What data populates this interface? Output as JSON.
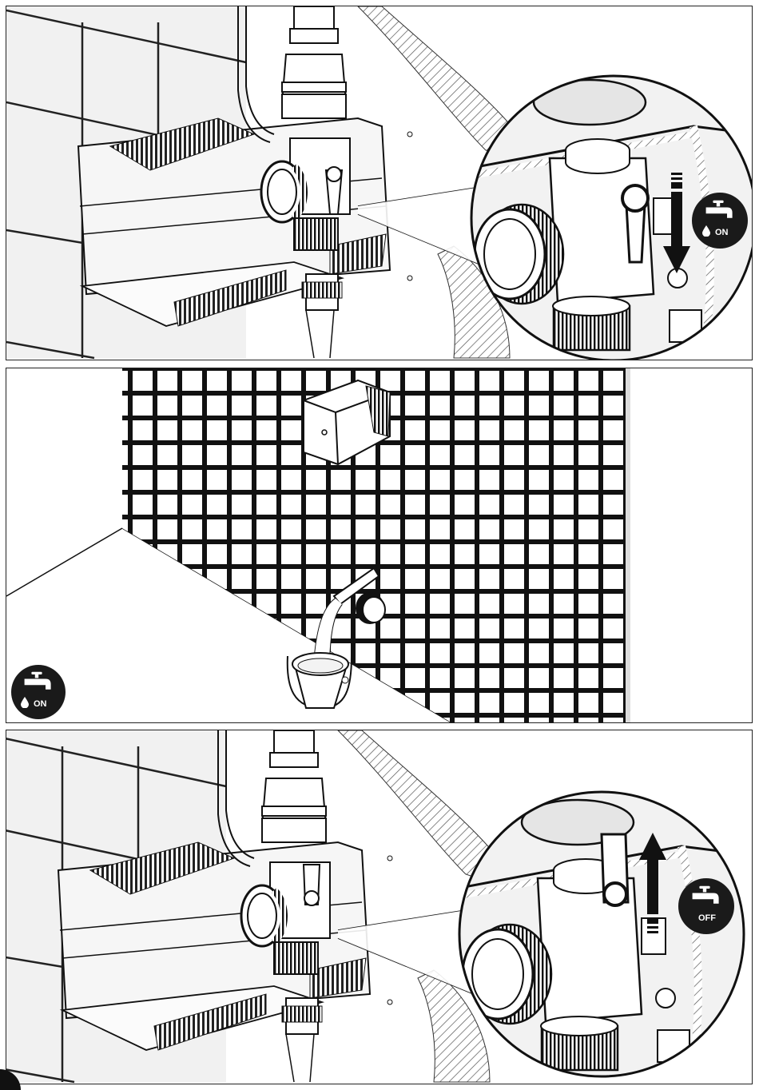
{
  "panels": [
    {
      "id": "step-open-valve",
      "badge": {
        "icon": "water-tap-icon",
        "label": "ON"
      },
      "arrow": "down"
    },
    {
      "id": "step-drain-water",
      "badge": {
        "icon": "water-tap-icon",
        "label": "ON"
      }
    },
    {
      "id": "step-close-valve",
      "badge": {
        "icon": "water-tap-icon",
        "label": "OFF"
      },
      "arrow": "up"
    }
  ],
  "colors": {
    "background": "#e9e9e9",
    "ink": "#1a1a1a",
    "badge": "#1a1a1a"
  }
}
